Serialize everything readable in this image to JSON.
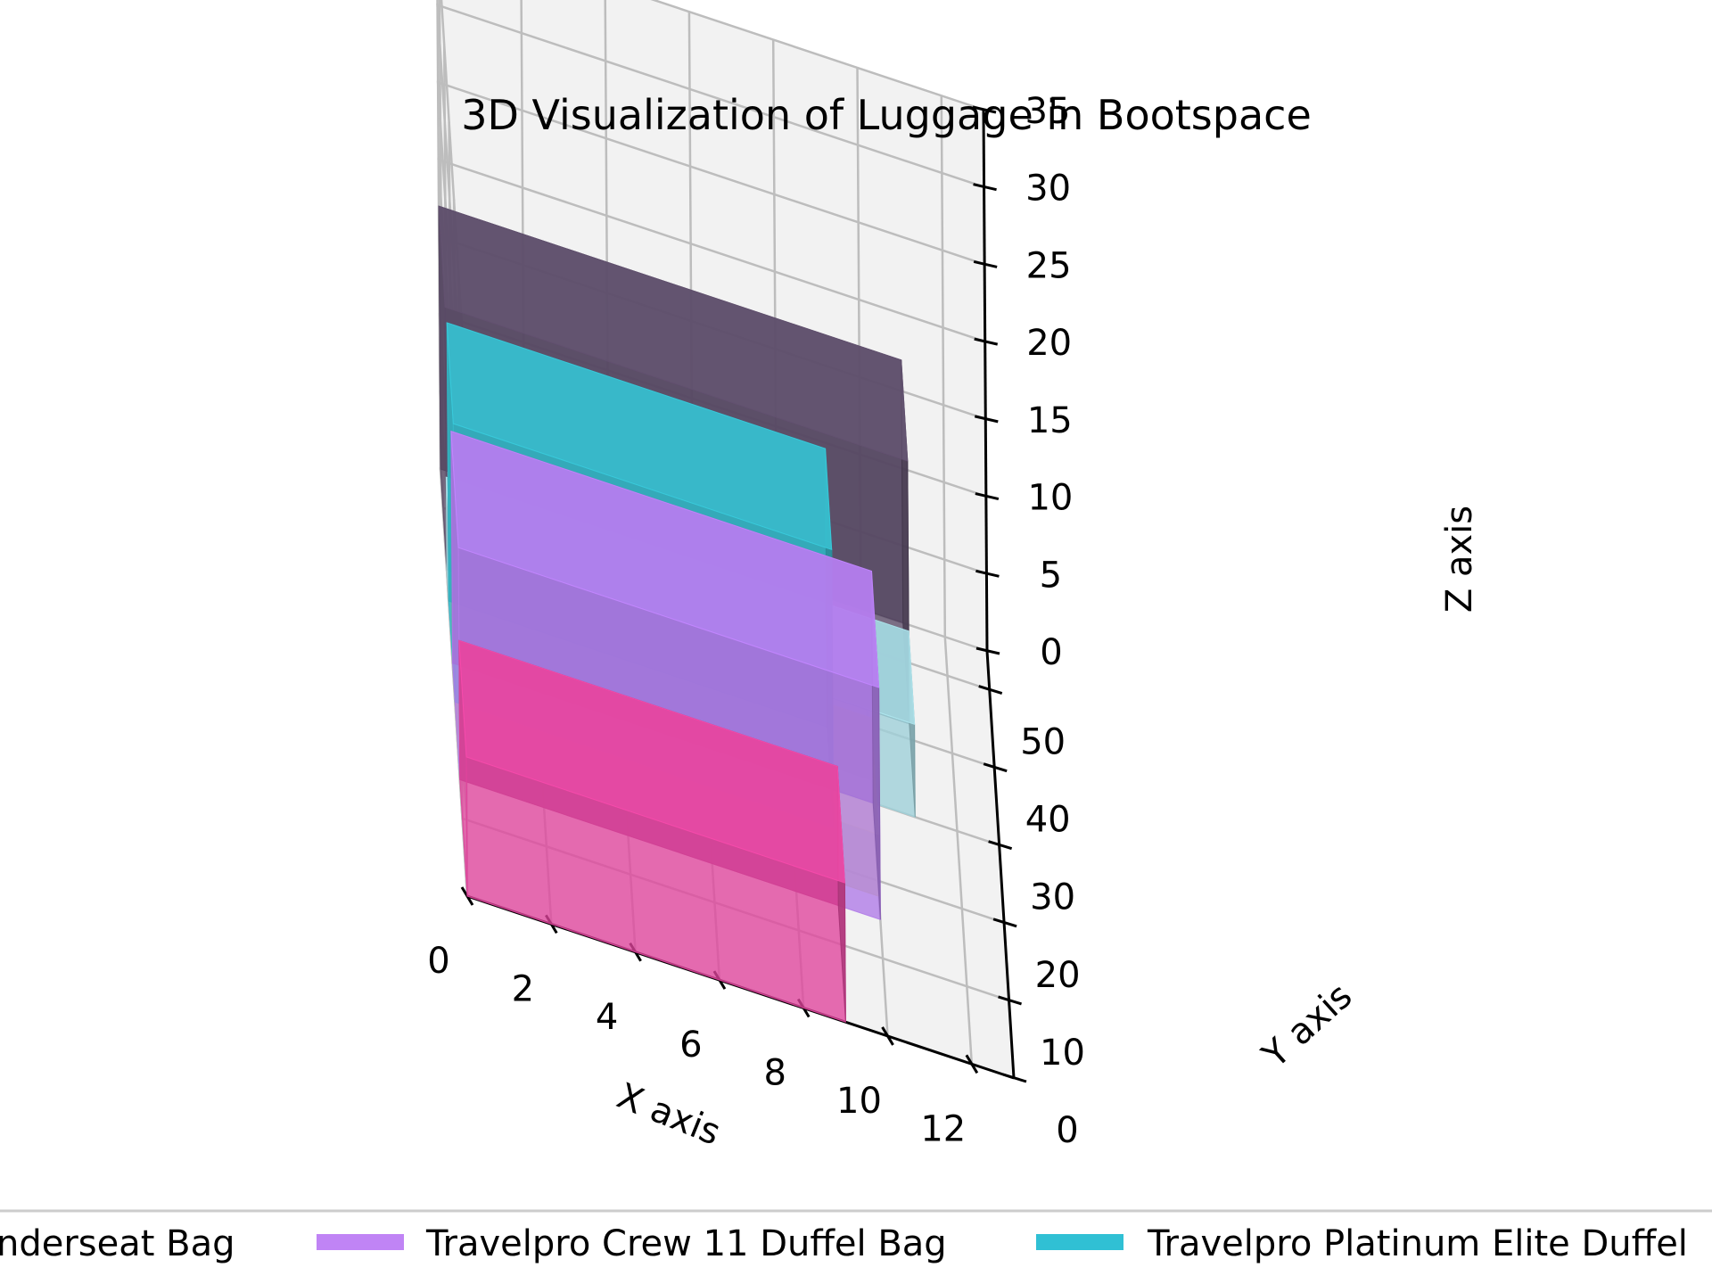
{
  "chart_data": {
    "type": "bar3d",
    "title": "3D Visualization of Luggage in Bootspace",
    "xlabel": "X axis",
    "ylabel": "Y axis",
    "zlabel": "Z axis",
    "xlim": [
      0,
      13
    ],
    "ylim": [
      0,
      55
    ],
    "zlim": [
      0,
      35
    ],
    "xticks": [
      "0",
      "2",
      "4",
      "6",
      "8",
      "10",
      "12"
    ],
    "yticks": [
      "0",
      "10",
      "20",
      "30",
      "40",
      "50"
    ],
    "zticks": [
      "0",
      "5",
      "10",
      "15",
      "20",
      "25",
      "30",
      "35"
    ],
    "grid": true,
    "legend_position": "bottom",
    "series": [
      {
        "x": 0,
        "y": 42,
        "z": 0,
        "dx": 11,
        "dy": 13,
        "dz": 17,
        "color": "#5a4a66"
      },
      {
        "x": 0,
        "y": 30,
        "z": 0,
        "dx": 11,
        "dy": 12,
        "dz": 6,
        "color": "#9ed0d8"
      },
      {
        "x": 0,
        "y": 18,
        "z": 0,
        "dx": 10,
        "dy": 15,
        "dz": 4,
        "color": "#d4d27a"
      },
      {
        "x": 0,
        "y": 25,
        "z": 0,
        "dx": 9,
        "dy": 13,
        "dz": 18,
        "color": "#34b8c8"
      },
      {
        "x": 0,
        "y": 15,
        "z": 0,
        "dx": 10,
        "dy": 15,
        "dz": 15,
        "color": "#b07ae8"
      },
      {
        "x": 0,
        "y": 0,
        "z": 0,
        "dx": 9,
        "dy": 15,
        "dz": 9,
        "color": "#e0449c"
      }
    ]
  },
  "legend": {
    "items": [
      {
        "label": "nderseat Bag",
        "color": "#e0449c"
      },
      {
        "label": "Travelpro Crew 11 Duffel Bag",
        "color": "#c084f5"
      },
      {
        "label": "Travelpro Platinum Elite Duffel",
        "color": "#30c0d4"
      }
    ]
  }
}
